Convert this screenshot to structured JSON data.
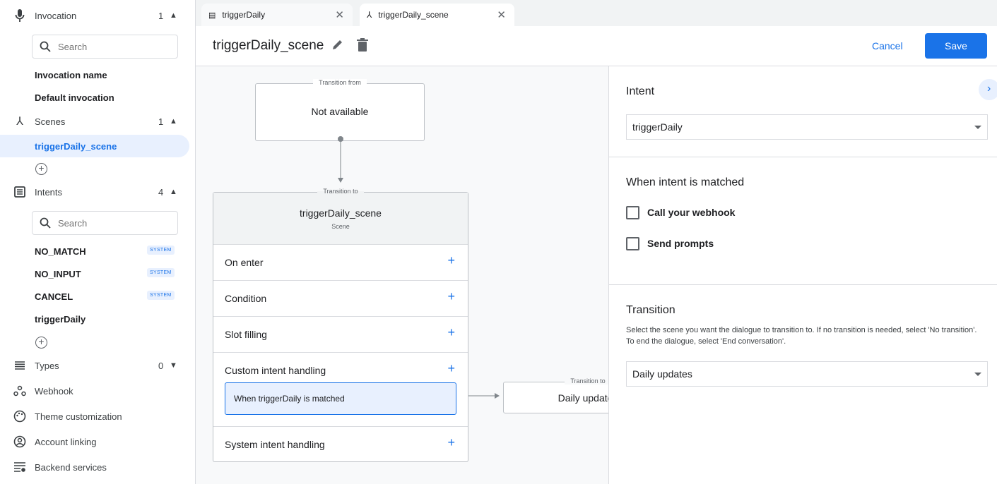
{
  "sidebar": {
    "invocation": {
      "label": "Invocation",
      "count": "1",
      "search_placeholder": "Search",
      "items": [
        "Invocation name",
        "Default invocation"
      ]
    },
    "scenes": {
      "label": "Scenes",
      "count": "1",
      "items": [
        "triggerDaily_scene"
      ],
      "selected": "triggerDaily_scene"
    },
    "intents": {
      "label": "Intents",
      "count": "4",
      "search_placeholder": "Search",
      "items": [
        {
          "label": "NO_MATCH",
          "badge": "SYSTEM"
        },
        {
          "label": "NO_INPUT",
          "badge": "SYSTEM"
        },
        {
          "label": "CANCEL",
          "badge": "SYSTEM"
        },
        {
          "label": "triggerDaily",
          "badge": null
        }
      ]
    },
    "types": {
      "label": "Types",
      "count": "0"
    },
    "links": [
      "Webhook",
      "Theme customization",
      "Account linking",
      "Backend services"
    ]
  },
  "tabs": [
    {
      "label": "triggerDaily",
      "icon": "intent-icon"
    },
    {
      "label": "triggerDaily_scene",
      "icon": "scene-icon",
      "active": true
    }
  ],
  "header": {
    "title": "triggerDaily_scene",
    "cancel": "Cancel",
    "save": "Save"
  },
  "canvas": {
    "from": {
      "legend": "Transition from",
      "text": "Not available"
    },
    "scene": {
      "legend": "Transition to",
      "title": "triggerDaily_scene",
      "subtitle": "Scene",
      "rows": [
        "On enter",
        "Condition",
        "Slot filling",
        "Custom intent handling",
        "System intent handling"
      ],
      "handler": "When triggerDaily is matched"
    },
    "target": {
      "legend": "Transition to",
      "text": "Daily updates"
    }
  },
  "panel": {
    "intent_heading": "Intent",
    "intent_value": "triggerDaily",
    "matched_heading": "When intent is matched",
    "checkboxes": [
      {
        "label": "Call your webhook",
        "checked": false
      },
      {
        "label": "Send prompts",
        "checked": false
      }
    ],
    "transition_heading": "Transition",
    "transition_help": "Select the scene you want the dialogue to transition to. If no transition is needed, select 'No transition'. To end the dialogue, select 'End conversation'.",
    "transition_value": "Daily updates"
  },
  "colors": {
    "accent": "#1a73e8",
    "selected_bg": "#e8f0fe"
  }
}
